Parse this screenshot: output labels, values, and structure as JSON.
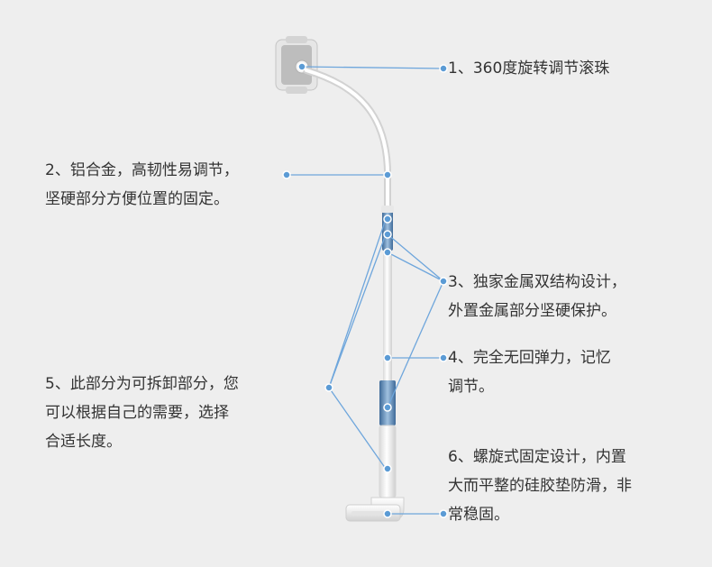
{
  "colors": {
    "background": "#eeeeee",
    "callout_line": "#6ea6dc",
    "callout_dot": "#5b9bd5",
    "text": "#333333",
    "metal_blue": "#5a82ad"
  },
  "callouts": [
    {
      "id": "c1",
      "lines": [
        "1、360度旋转调节滚珠"
      ]
    },
    {
      "id": "c2",
      "lines": [
        "2、铝合金，高韧性易调节，",
        "坚硬部分方便位置的固定。"
      ]
    },
    {
      "id": "c3",
      "lines": [
        "3、独家金属双结构设计，",
        "外置金属部分坚硬保护。"
      ]
    },
    {
      "id": "c4",
      "lines": [
        "4、完全无回弹力，记忆",
        "调节。"
      ]
    },
    {
      "id": "c5",
      "lines": [
        "5、此部分为可拆卸部分，您",
        "可以根据自己的需要，选择",
        "合适长度。"
      ]
    },
    {
      "id": "c6",
      "lines": [
        "6、螺旋式固定设计，内置",
        "大而平整的硅胶垫防滑，非",
        "常稳固。"
      ]
    }
  ]
}
